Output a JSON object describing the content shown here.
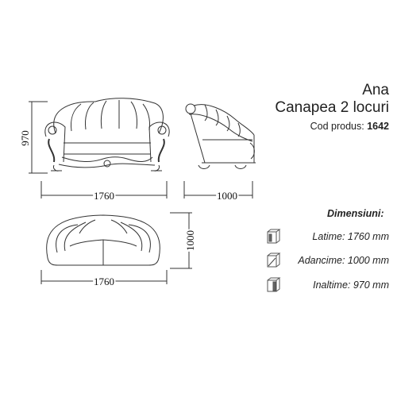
{
  "product": {
    "name": "Ana",
    "type": "Canapea 2 locuri",
    "code_label": "Cod produs:",
    "code_value": "1642"
  },
  "front_view": {
    "width_label": "1760",
    "height_label": "970"
  },
  "side_view": {
    "depth_label": "1000"
  },
  "top_view": {
    "width_label": "1760",
    "depth_label": "1000"
  },
  "dimensions": {
    "heading": "Dimensiuni:",
    "rows": [
      {
        "label": "Latime: 1760 mm",
        "icon": "width-box-icon"
      },
      {
        "label": "Adancime: 1000 mm",
        "icon": "depth-box-icon"
      },
      {
        "label": "Inaltime:  970 mm",
        "icon": "height-box-icon"
      }
    ]
  }
}
